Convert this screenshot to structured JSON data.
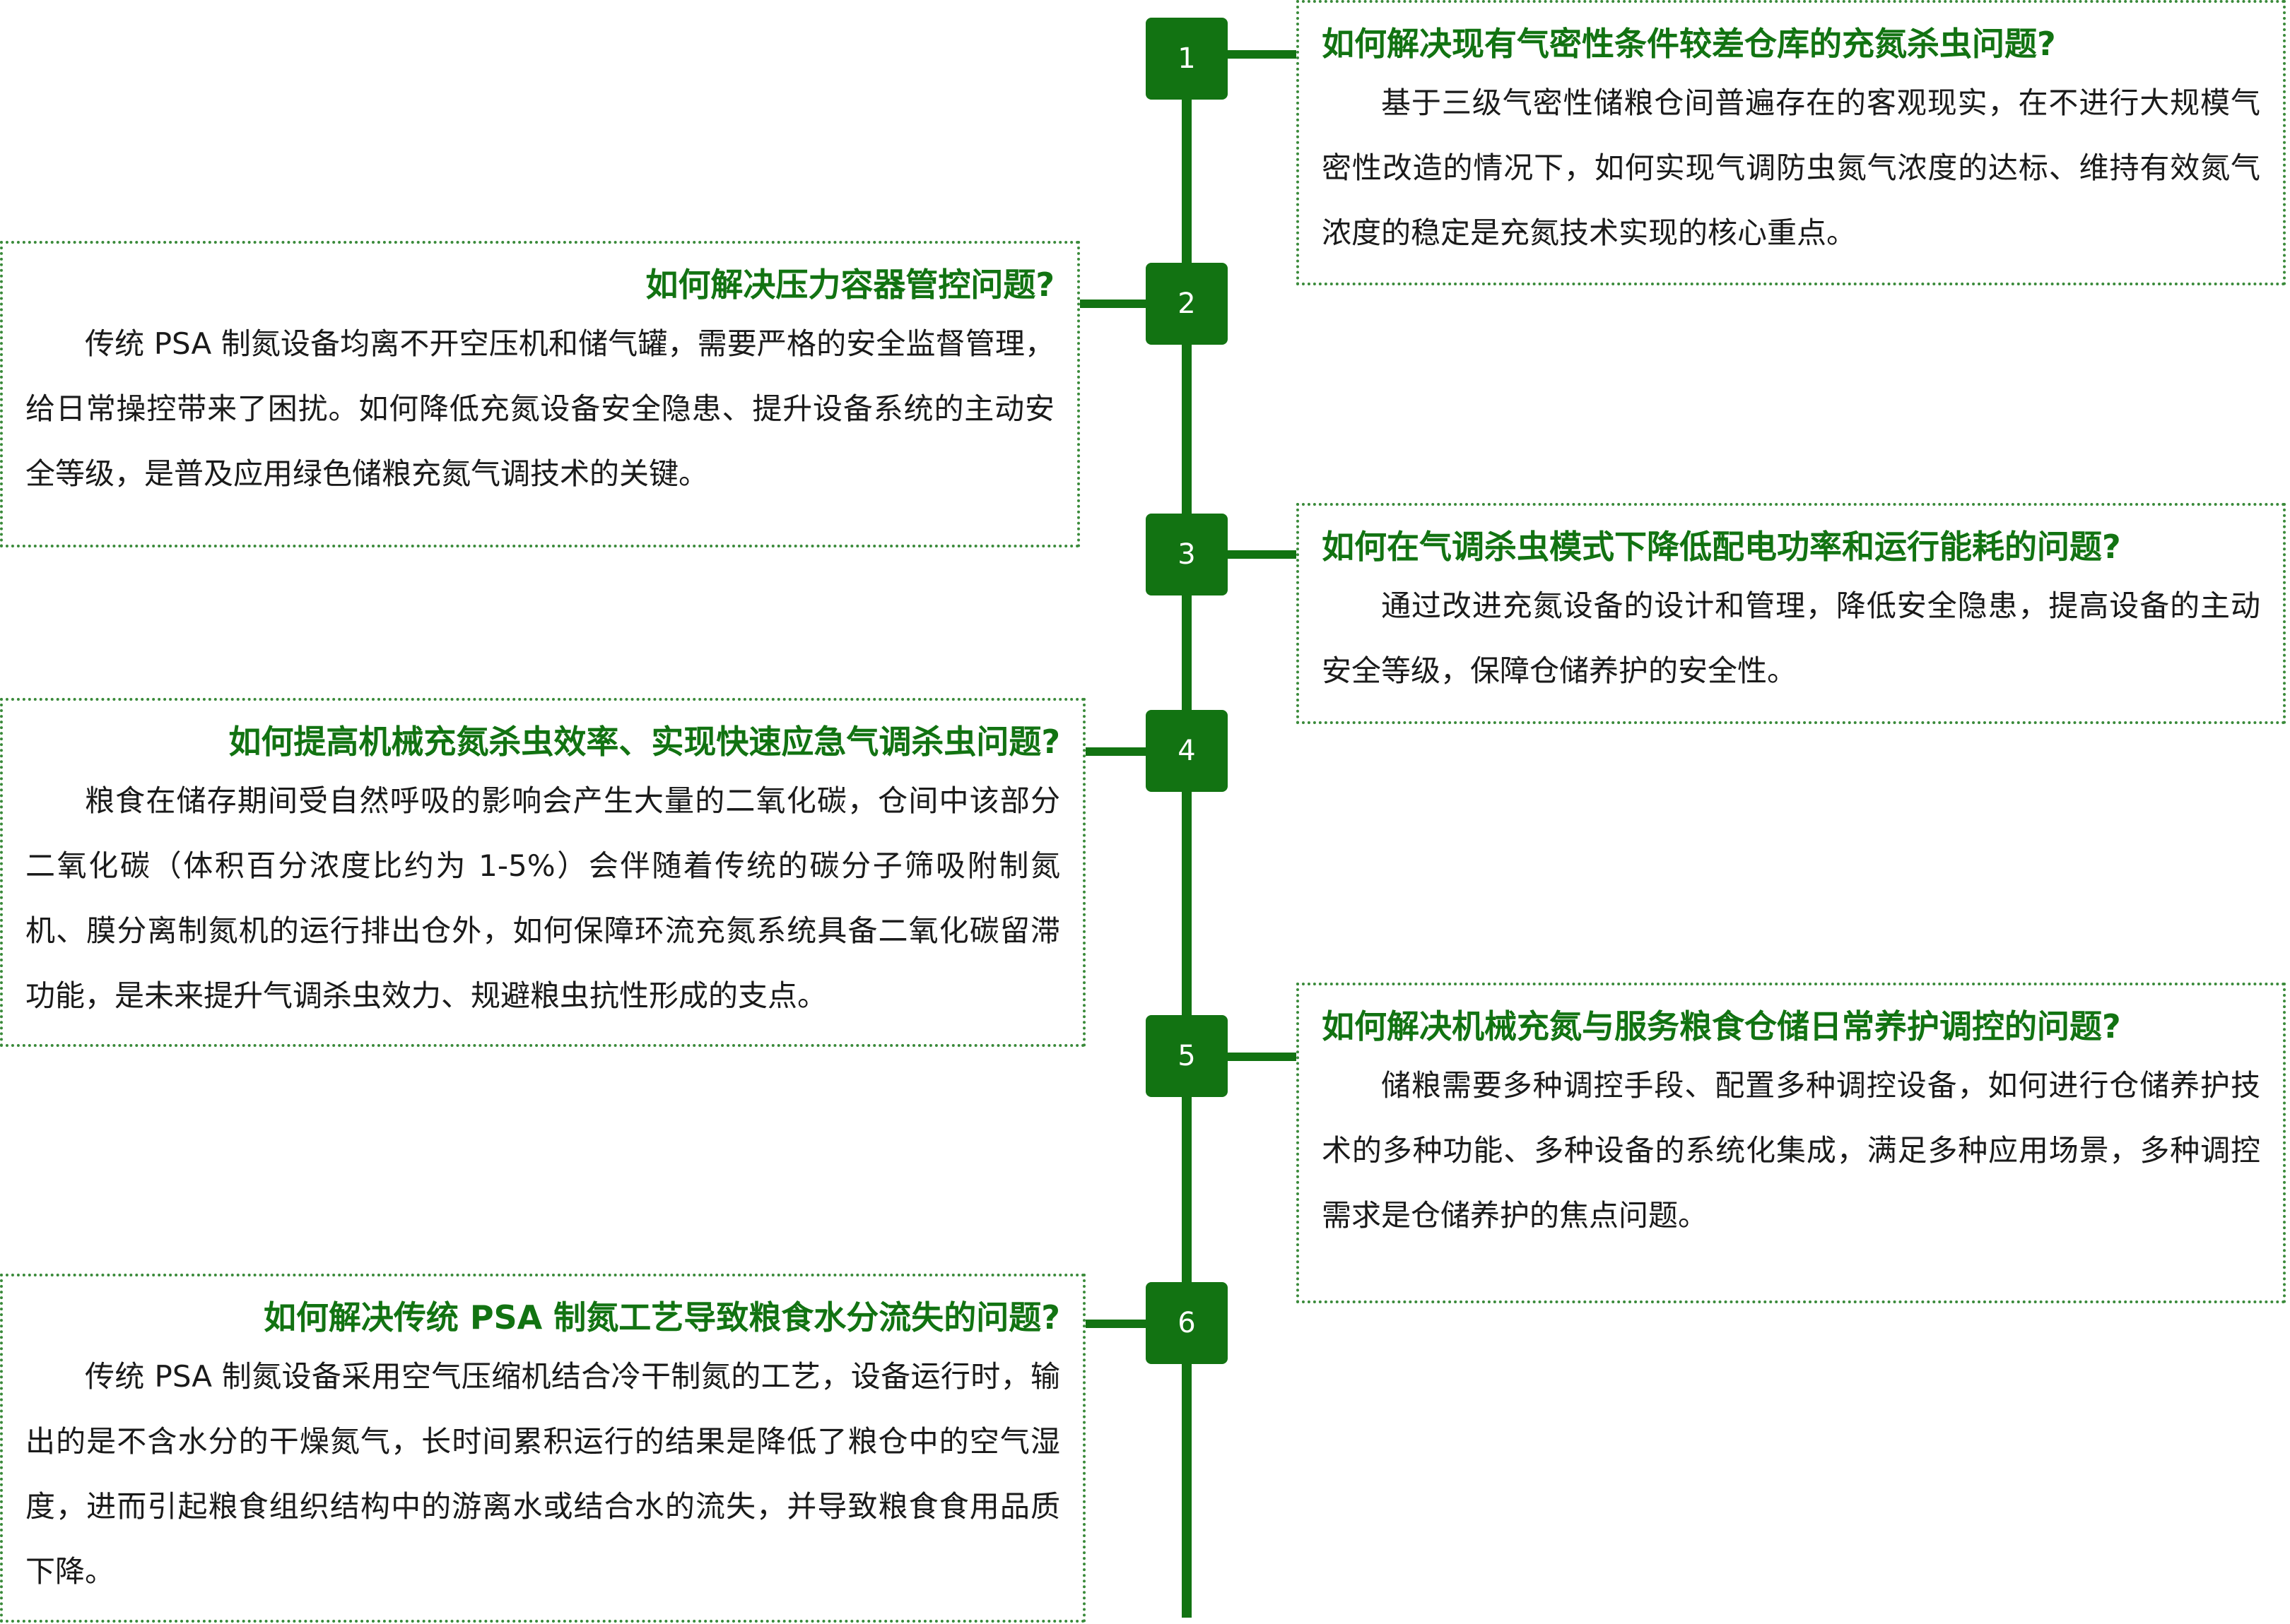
{
  "colors": {
    "accent": "#127312",
    "title_text": "#127312",
    "body_text": "#1a1a1a",
    "card_border": "#3a8a3a"
  },
  "timeline": {
    "items": [
      {
        "number": "1",
        "side": "right",
        "title": "如何解决现有气密性条件较差仓库的充氮杀虫问题?",
        "body": "基于三级气密性储粮仓间普遍存在的客观现实，在不进行大规模气密性改造的情况下，如何实现气调防虫氮气浓度的达标、维持有效氮气浓度的稳定是充氮技术实现的核心重点。"
      },
      {
        "number": "2",
        "side": "left",
        "title": "如何解决压力容器管控问题?",
        "body": "传统 PSA 制氮设备均离不开空压机和储气罐，需要严格的安全监督管理，给日常操控带来了困扰。如何降低充氮设备安全隐患、提升设备系统的主动安全等级，是普及应用绿色储粮充氮气调技术的关键。"
      },
      {
        "number": "3",
        "side": "right",
        "title": "如何在气调杀虫模式下降低配电功率和运行能耗的问题?",
        "body": "通过改进充氮设备的设计和管理，降低安全隐患，提高设备的主动安全等级，保障仓储养护的安全性。"
      },
      {
        "number": "4",
        "side": "left",
        "title": "如何提高机械充氮杀虫效率、实现快速应急气调杀虫问题?",
        "body": "粮食在储存期间受自然呼吸的影响会产生大量的二氧化碳，仓间中该部分二氧化碳（体积百分浓度比约为 1-5%）会伴随着传统的碳分子筛吸附制氮机、膜分离制氮机的运行排出仓外，如何保障环流充氮系统具备二氧化碳留滞功能，是未来提升气调杀虫效力、规避粮虫抗性形成的支点。"
      },
      {
        "number": "5",
        "side": "right",
        "title": "如何解决机械充氮与服务粮食仓储日常养护调控的问题?",
        "body": "储粮需要多种调控手段、配置多种调控设备，如何进行仓储养护技术的多种功能、多种设备的系统化集成，满足多种应用场景，多种调控需求是仓储养护的焦点问题。"
      },
      {
        "number": "6",
        "side": "left",
        "title": "如何解决传统 PSA 制氮工艺导致粮食水分流失的问题?",
        "body": "传统 PSA 制氮设备采用空气压缩机结合冷干制氮的工艺，设备运行时，输出的是不含水分的干燥氮气，长时间累积运行的结果是降低了粮仓中的空气湿度，进而引起粮食组织结构中的游离水或结合水的流失，并导致粮食食用品质下降。"
      }
    ]
  }
}
